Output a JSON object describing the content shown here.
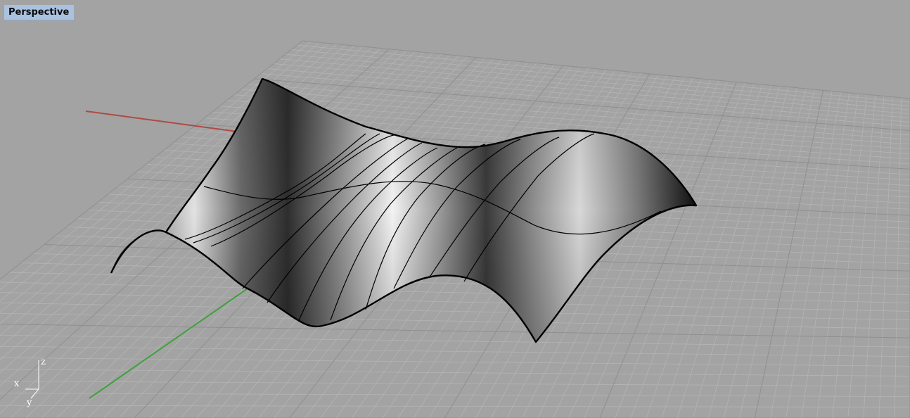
{
  "viewport": {
    "title": "Perspective",
    "colors": {
      "background": "#a3a3a3",
      "grid_minor": "#b4b4b4",
      "grid_major": "#8f8f8f",
      "x_axis": "#b04a42",
      "y_axis": "#3fa13d",
      "title_tab": "#a9c2e0",
      "surface_edge": "#000000"
    }
  },
  "axes_widget": {
    "x_label": "x",
    "y_label": "y",
    "z_label": "z"
  }
}
